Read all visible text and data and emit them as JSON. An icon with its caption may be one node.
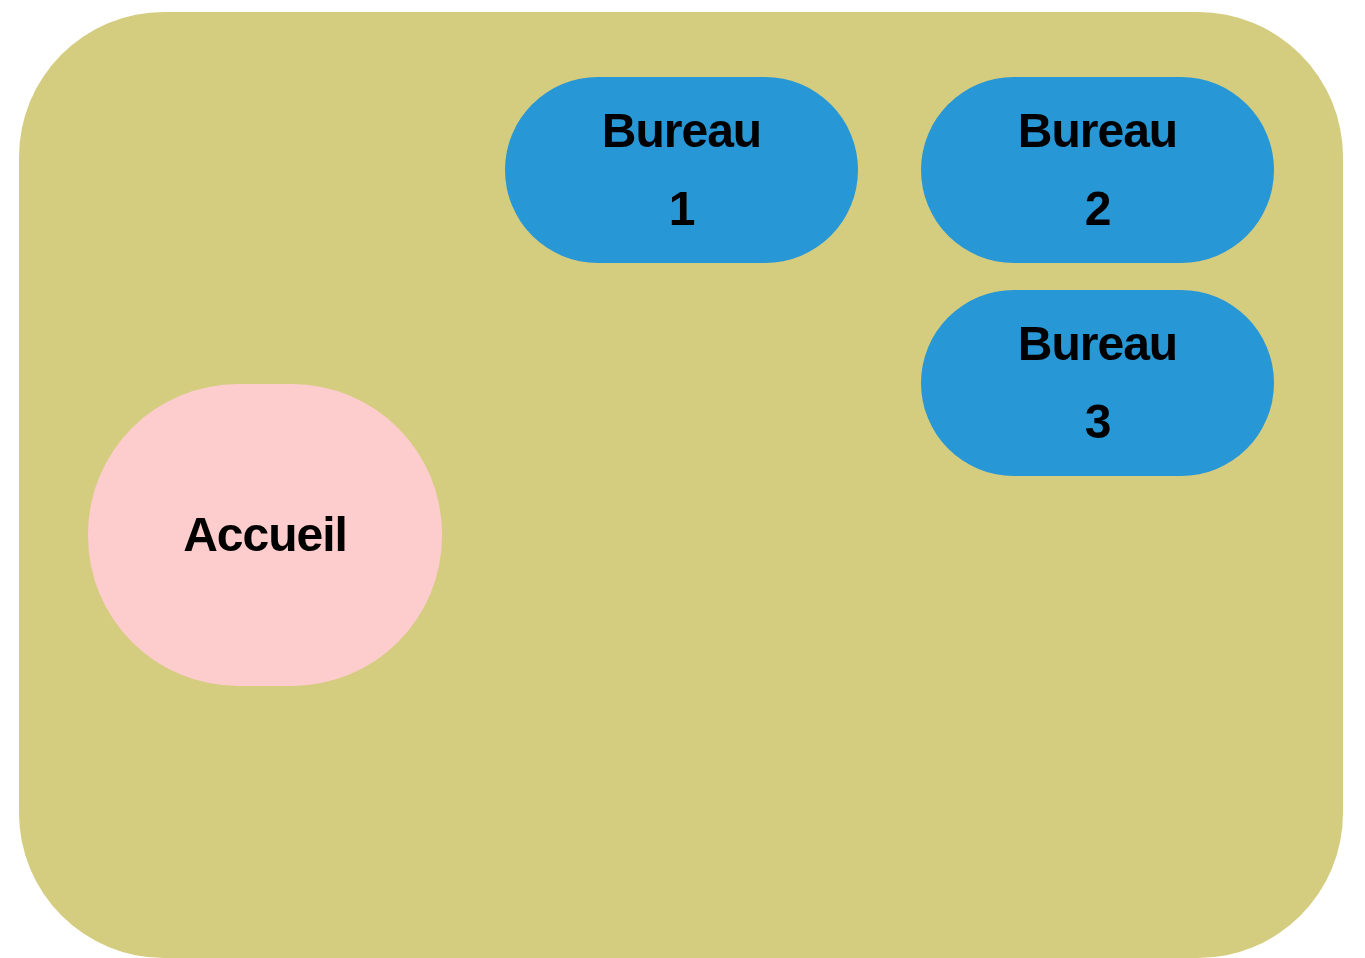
{
  "diagram": {
    "nodes": [
      {
        "text": [],
        "shape": "box"
      },
      {
        "text": [
          "Bureau 1"
        ],
        "in": 0
      },
      {
        "text": [
          "Bureau 2"
        ],
        "in": 0
      },
      {
        "text": [
          "Bureau 3"
        ],
        "in": 0
      },
      {
        "text": [
          "Accueil"
        ],
        "in": 0
      }
    ]
  }
}
